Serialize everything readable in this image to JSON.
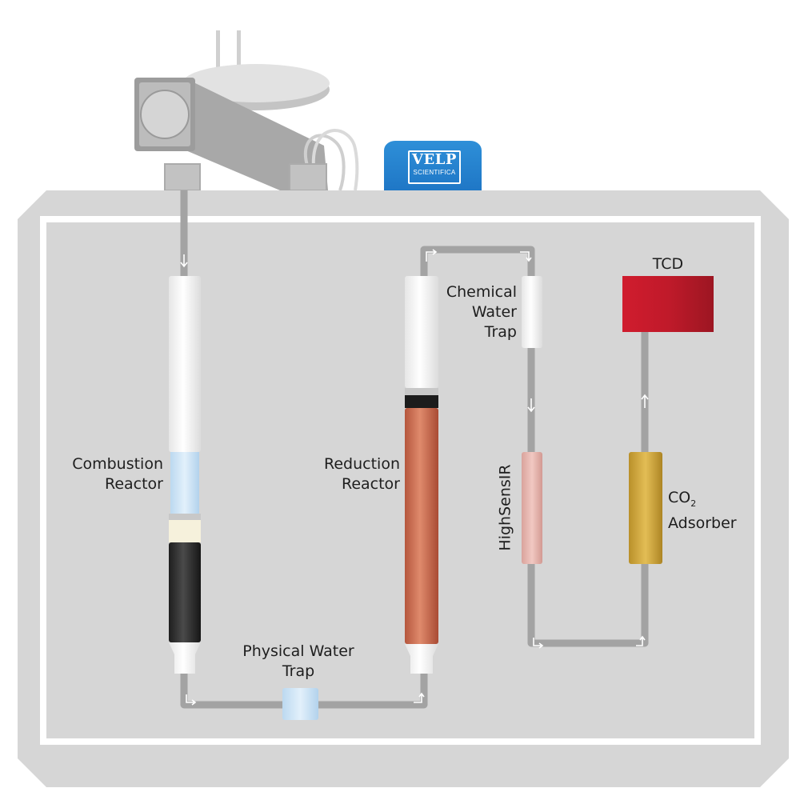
{
  "brand": {
    "name": "VELP",
    "subtitle": "SCIENTIFICA"
  },
  "labels": {
    "combustion": [
      "Combustion",
      "Reactor"
    ],
    "reduction": [
      "Reduction",
      "Reactor"
    ],
    "physical_trap": [
      "Physical Water",
      "Trap"
    ],
    "chemical_trap": [
      "Chemical",
      "Water",
      "Trap"
    ],
    "highsens": "HighSensIR",
    "tcd": "TCD",
    "co2": {
      "main": "CO",
      "sub": "2",
      "line2": "Adsorber"
    }
  },
  "colors": {
    "cabinet": "#d6d6d6",
    "border": "#ffffff",
    "pipe": "#a3a3a3",
    "reactor_copper": "#c96a50",
    "reactor_black": "#2b2b2b",
    "tcd": "#c01a2a",
    "co2_adsorber": "#cfa63a",
    "highsens": "#e8b4ae",
    "water_trap": "#cfe4f4",
    "logo": "#1f77c6"
  }
}
